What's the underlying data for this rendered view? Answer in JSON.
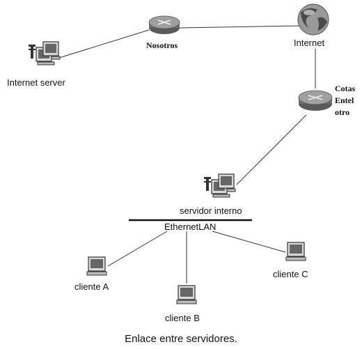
{
  "nodes": {
    "nosotros": {
      "label": "Nosotros"
    },
    "internet": {
      "label": "Internet"
    },
    "internet_server": {
      "label": "Internet server"
    },
    "isp_router": {
      "labels": [
        "Cotas",
        "Entel",
        "otro"
      ]
    },
    "servidor_interno": {
      "label": "servidor interno"
    },
    "ethernet": {
      "label": "EthernetLAN"
    },
    "cliente_a": {
      "label": "cliente  A"
    },
    "cliente_b": {
      "label": "cliente  B"
    },
    "cliente_c": {
      "label": "cliente  C"
    }
  },
  "caption": "Enlace entre servidores.",
  "colors": {
    "router": "#8a8a8a",
    "router_dark": "#5a5a5a",
    "globe": "#888888",
    "pc": "#555555"
  }
}
